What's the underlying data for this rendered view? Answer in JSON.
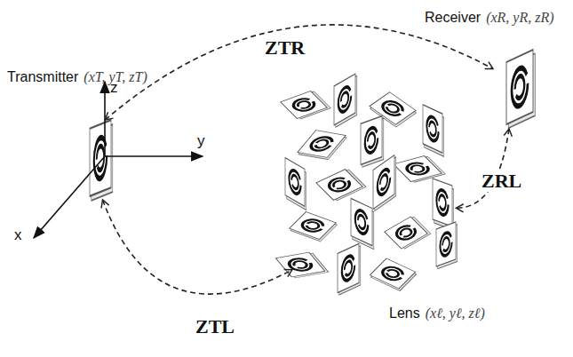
{
  "diagram": {
    "nodes": [
      {
        "text": [
          "Transmitter",
          "(xT, yT, zT)"
        ]
      },
      {
        "text": [
          "Receiver",
          "(xR, yR, zR)"
        ]
      },
      {
        "text": [
          "Lens",
          "(xℓ, yℓ, zℓ)"
        ]
      }
    ],
    "edges": [
      {
        "from": 0,
        "to": 1,
        "arrow": "both",
        "label": "ZTR"
      },
      {
        "from": 0,
        "to": 2,
        "arrow": "both",
        "label": "ZTL"
      },
      {
        "from": 1,
        "to": 2,
        "arrow": "both",
        "label": "ZRL"
      }
    ],
    "labels": [
      "z",
      "y",
      "x"
    ]
  }
}
